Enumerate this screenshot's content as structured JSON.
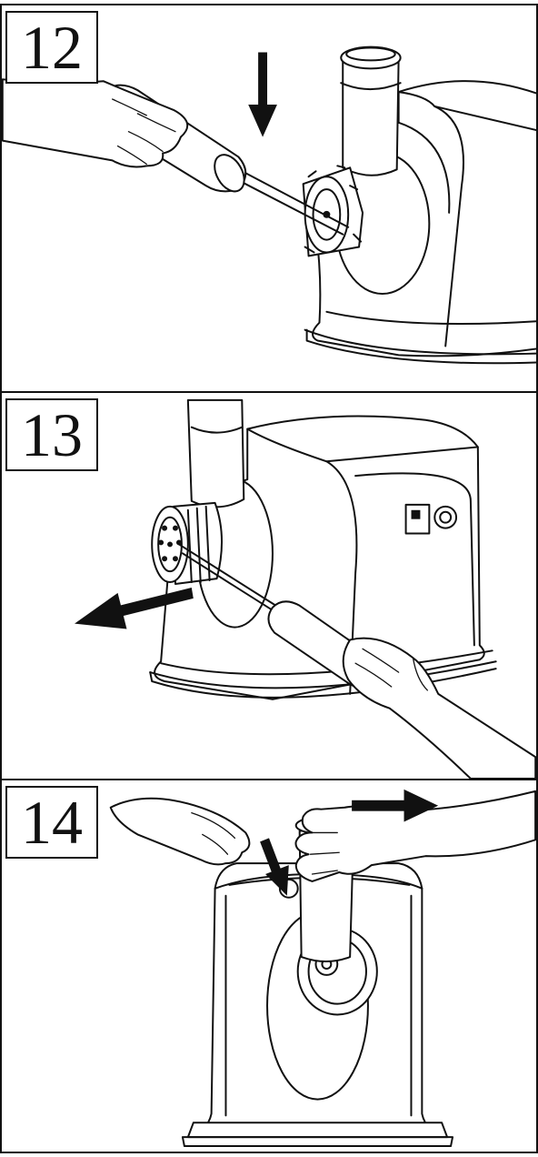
{
  "steps": [
    {
      "number": "12",
      "arrow": "down-arrow"
    },
    {
      "number": "13",
      "arrow": "left-arrow"
    },
    {
      "number": "14",
      "arrow": "right-arrow"
    }
  ],
  "colors": {
    "line": "#111111",
    "background": "#ffffff"
  }
}
